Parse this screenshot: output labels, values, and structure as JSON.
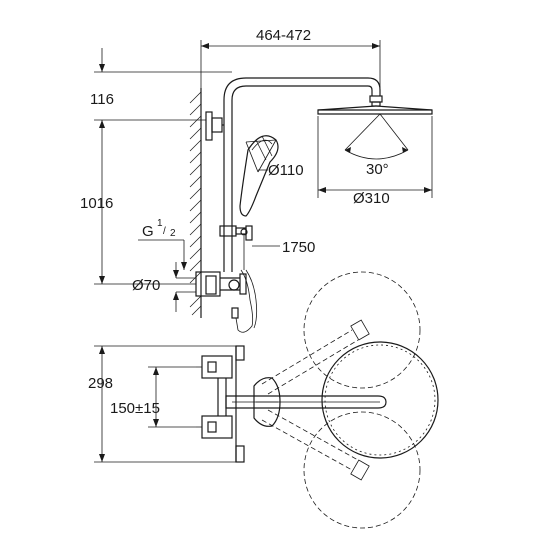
{
  "dimensions": {
    "arm_reach": "464-472",
    "top_offset": "116",
    "column_height": "1016",
    "connection_thread": "G",
    "thread_num": "1",
    "thread_den": "2",
    "inlet_diameter": "Ø70",
    "hand_shower_diameter": "Ø110",
    "head_tilt": "30°",
    "head_diameter": "Ø310",
    "hose_length": "1750",
    "mixer_height": "298",
    "inlet_spacing": "150±15"
  }
}
